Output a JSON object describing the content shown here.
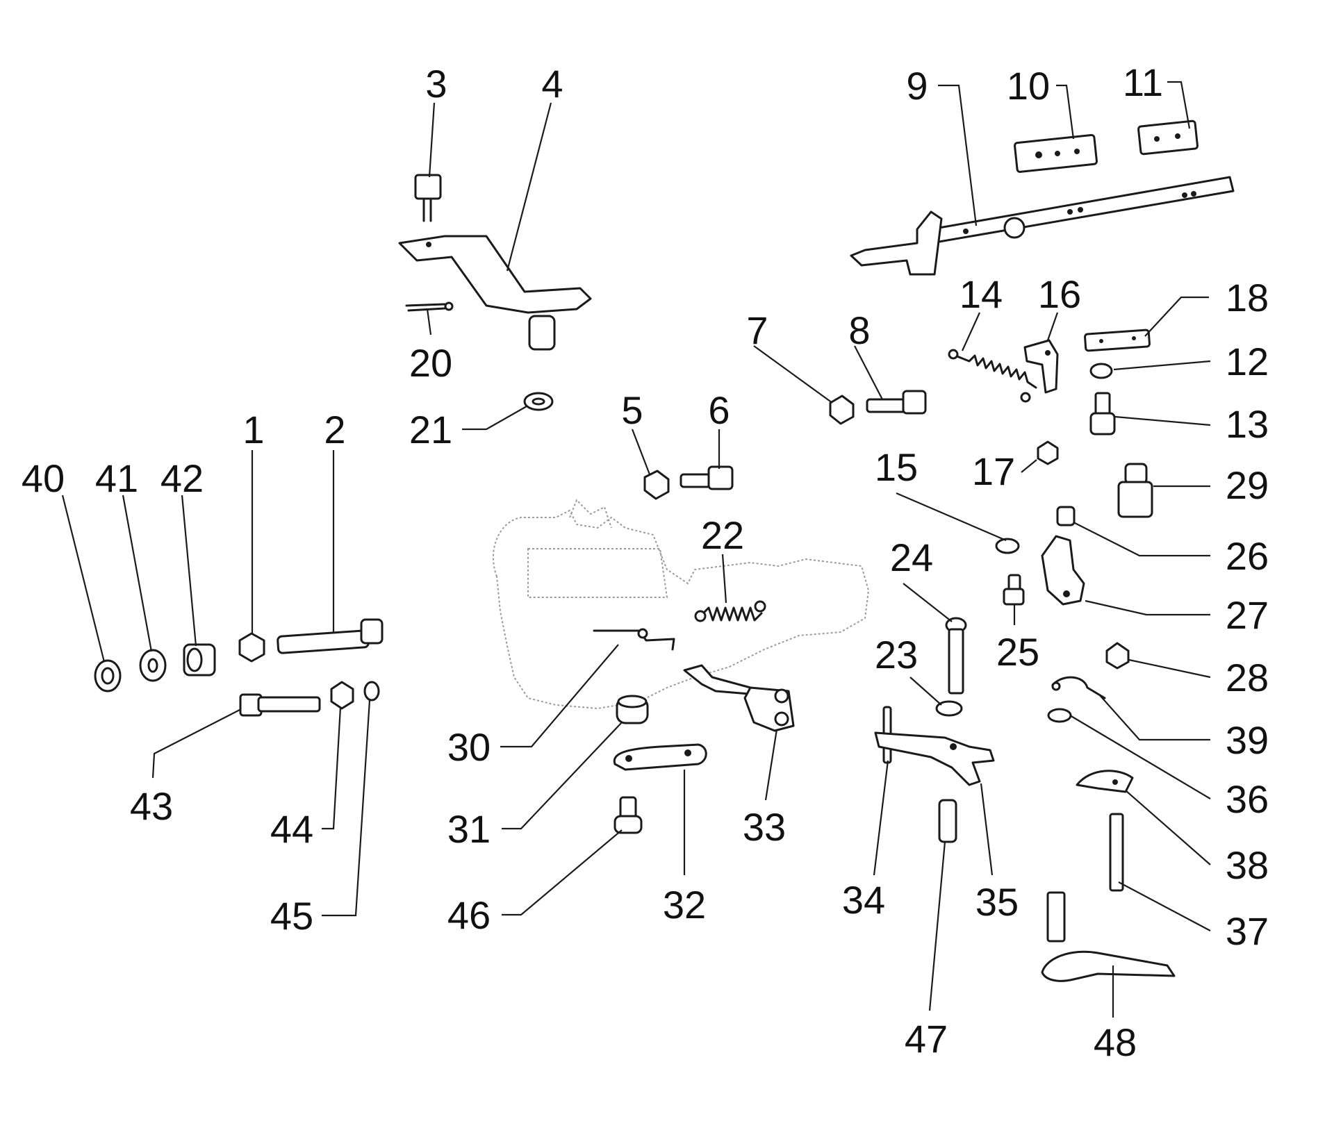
{
  "diagram": {
    "callouts": [
      "1",
      "2",
      "3",
      "4",
      "5",
      "6",
      "7",
      "8",
      "9",
      "10",
      "11",
      "12",
      "13",
      "14",
      "15",
      "16",
      "17",
      "18",
      "20",
      "21",
      "22",
      "23",
      "24",
      "25",
      "26",
      "27",
      "28",
      "29",
      "30",
      "31",
      "32",
      "33",
      "34",
      "35",
      "36",
      "37",
      "38",
      "39",
      "40",
      "41",
      "42",
      "43",
      "44",
      "45",
      "46",
      "47",
      "48"
    ]
  }
}
